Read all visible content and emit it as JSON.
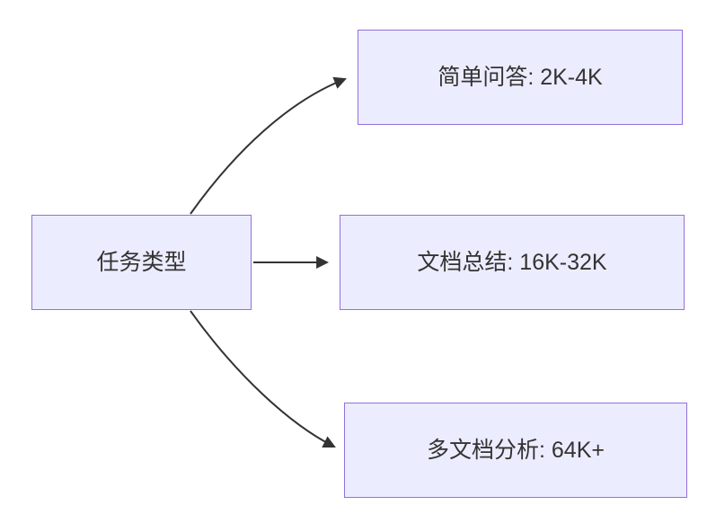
{
  "diagram": {
    "root": {
      "label": "任务类型"
    },
    "nodes": [
      {
        "label": "简单问答: 2K-4K"
      },
      {
        "label": "文档总结: 16K-32K"
      },
      {
        "label": "多文档分析: 64K+"
      }
    ],
    "colors": {
      "node_fill": "#ECECFF",
      "node_border": "#9370DB",
      "edge": "#333333",
      "text": "#333333",
      "background": "#FFFFFF"
    }
  }
}
